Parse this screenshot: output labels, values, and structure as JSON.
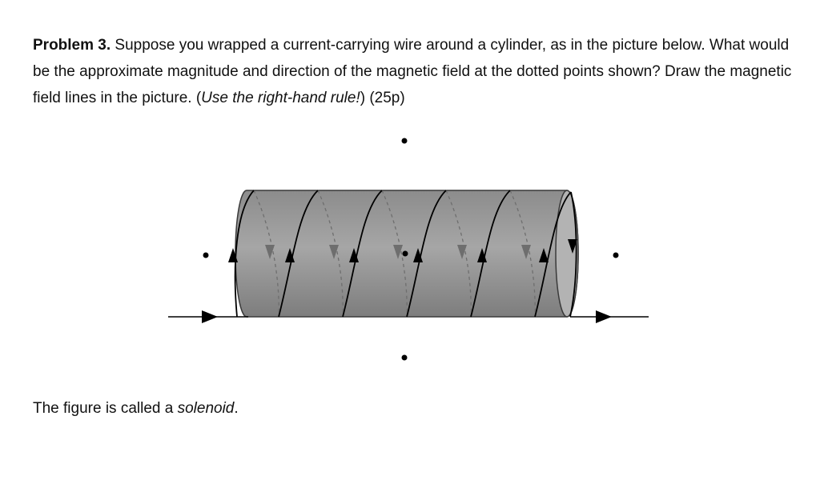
{
  "problem": {
    "label": "Problem 3.",
    "text_1": " Suppose you wrapped a current-carrying wire around a cylinder, as in the picture below. What would be the approximate magnitude and direction of the magnetic field at the dotted points shown? Draw the magnetic field lines in the picture. (",
    "hint": "Use the right-hand rule!",
    "text_2": ") (25p)"
  },
  "caption": {
    "text_1": "The figure is called a ",
    "term": "solenoid",
    "text_2": "."
  },
  "colors": {
    "cylinder_fill": "#9a9a9a",
    "cylinder_edge": "#3a3a3a",
    "wire": "#000000",
    "hidden_wire": "#6e6e6e",
    "dot": "#000000"
  },
  "figure": {
    "turns": 5,
    "dotted_points": 5
  }
}
